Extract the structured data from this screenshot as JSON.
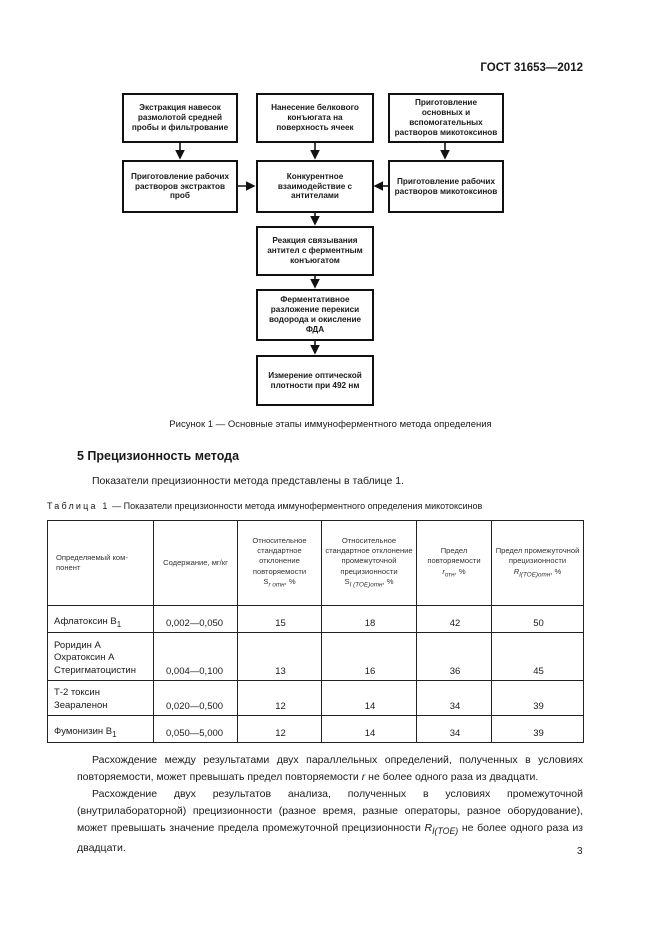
{
  "header": {
    "doc_number": "ГОСТ 31653—2012"
  },
  "figure": {
    "boxes": {
      "extraction": "Экстракция навесок размолотой средней пробы и фильтрование",
      "protein_coating": "Нанесение белкового конъюгата на поверхность ячеек",
      "prep_main": "Приготовление основных и вспомогательных растворов микотоксинов",
      "prep_extracts": "Приготовление рабочих растворов экстрактов проб",
      "competitive": "Конкурентное взаимодействие с антителами",
      "prep_working": "Приготовление рабочих растворов микотоксинов",
      "binding": "Реакция связывания антител с ферментным конъюгатом",
      "decomposition": "Ферментативное разложение перекиси водорода и окисление ФДА",
      "measurement": "Измерение оптической плотности при 492 нм"
    },
    "caption": "Рисунок 1 — Основные этапы иммуноферментного метода определения"
  },
  "section": {
    "title": "5 Прецизионность метода",
    "intro": "Показатели прецизионности метода представлены в таблице 1."
  },
  "table": {
    "caption_label": "Таблица 1",
    "caption_text": "— Показатели прецизионности метода иммуноферментного определения микотоксинов",
    "headers": {
      "component": "Определяемый ком-понент",
      "content": "Содержание, мг/кг",
      "repeat_sd_text": "Относительное стандартное отклонение повторяемости",
      "repeat_sd_sym": "S",
      "repeat_sd_sub": "r отн",
      "repeat_sd_unit": ", %",
      "inter_sd_text": "Относительное стандартное отклонение промежуточной прецизионности",
      "inter_sd_sym": "S",
      "inter_sd_sub": "I (TOE)отн",
      "inter_sd_unit": ", %",
      "repeat_lim_text": "Предел повторяемости",
      "repeat_lim_sym": "r",
      "repeat_lim_sub": "отн",
      "repeat_lim_unit": ", %",
      "inter_lim_text": "Предел промежуточной прецизионности",
      "inter_lim_sym": "R",
      "inter_lim_sub": "I(TOE)отн",
      "inter_lim_unit": ", %"
    },
    "rows": [
      {
        "name_main": "Афлатоксин В",
        "name_sub": "1",
        "content": "0,002—0,050",
        "sr": "15",
        "si": "18",
        "r": "42",
        "ri": "50"
      },
      {
        "names": [
          "Роридин А",
          "Охратоксин А",
          "Стеригматоцистин"
        ],
        "content": "0,004—0,100",
        "sr": "13",
        "si": "16",
        "r": "36",
        "ri": "45"
      },
      {
        "names": [
          "Т-2 токсин",
          "Зеараленон"
        ],
        "content": "0,020—0,500",
        "sr": "12",
        "si": "14",
        "r": "34",
        "ri": "39"
      },
      {
        "name_main": "Фумонизин В",
        "name_sub": "1",
        "content": "0,050—5,000",
        "sr": "12",
        "si": "14",
        "r": "34",
        "ri": "39"
      }
    ]
  },
  "paragraphs": {
    "p1_a": "Расхождение между результатами двух параллельных определений, полученных в условиях повторяемости, может превышать предел повторяемости",
    "p1_sym": "r",
    "p1_b": "не более одного раза из двадцати.",
    "p2_a": "Расхождение двух результатов анализа, полученных в условиях промежуточной (внутрилабораторной) прецизионности (разное время, разные операторы, разное оборудование), может превышать значение предела промежуточной прецизионности",
    "p2_sym": "R",
    "p2_sub": "I(TOE)",
    "p2_b": "не более одного раза из двадцати."
  },
  "page_number": "3"
}
